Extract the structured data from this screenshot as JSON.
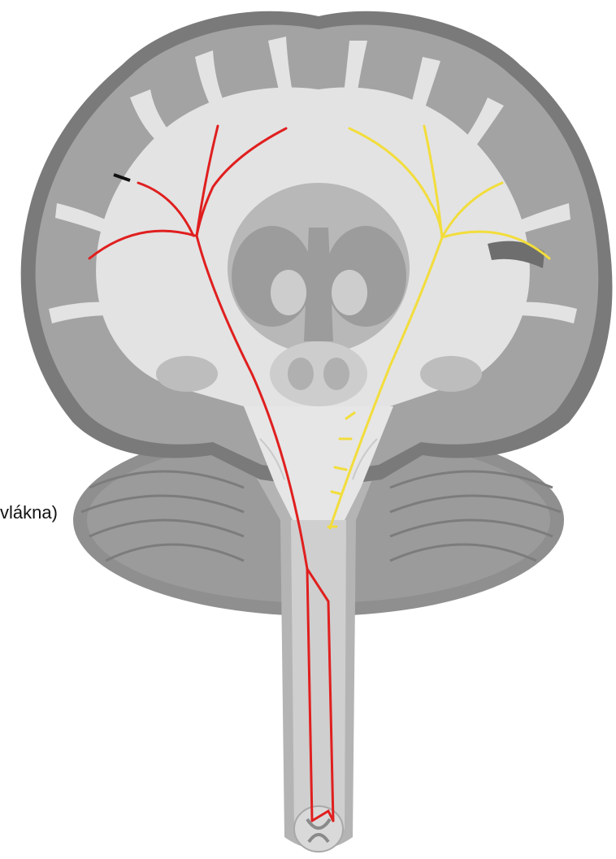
{
  "caption": "vlákna)",
  "colors": {
    "background": "#ffffff",
    "cortex_dark": "#7a7a7a",
    "cortex_mid": "#a3a3a3",
    "white_matter": "#e3e3e3",
    "deep_nuclei": "#b8b8b8",
    "cerebellum": "#8f8f8f",
    "tract_red": "#e01f1f",
    "tract_yellow": "#f2dd3c"
  },
  "icons": [
    "brain-coronal-section",
    "corticospinal-tract-red",
    "corticobulbar-tract-yellow"
  ]
}
